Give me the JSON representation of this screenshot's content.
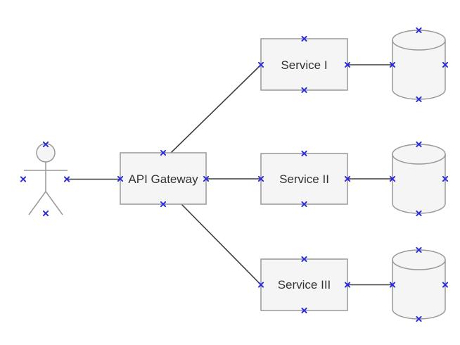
{
  "diagram": {
    "kind": "microservices-architecture-diagram",
    "nodes": {
      "actor": {
        "type": "actor",
        "label": ""
      },
      "api_gateway": {
        "type": "rectangle",
        "label": "API Gateway"
      },
      "service_1": {
        "type": "rectangle",
        "label": "Service I"
      },
      "service_2": {
        "type": "rectangle",
        "label": "Service II"
      },
      "service_3": {
        "type": "rectangle",
        "label": "Service III"
      },
      "database_1": {
        "type": "cylinder",
        "label": ""
      },
      "database_2": {
        "type": "cylinder",
        "label": ""
      },
      "database_3": {
        "type": "cylinder",
        "label": ""
      }
    },
    "edges": [
      {
        "from": "actor",
        "to": "api_gateway"
      },
      {
        "from": "api_gateway",
        "to": "service_1"
      },
      {
        "from": "api_gateway",
        "to": "service_2"
      },
      {
        "from": "api_gateway",
        "to": "service_3"
      },
      {
        "from": "service_1",
        "to": "database_1"
      },
      {
        "from": "service_2",
        "to": "database_2"
      },
      {
        "from": "service_3",
        "to": "database_3"
      }
    ],
    "icons": {
      "connection_point": "blue-x-cross-marker"
    },
    "colors": {
      "background": "#ffffff",
      "shape_fill": "#f5f5f5",
      "shape_stroke": "#999999",
      "edge_stroke": "#3d3d3d",
      "connection_point": "#2929e0",
      "label_text": "#333333"
    }
  }
}
